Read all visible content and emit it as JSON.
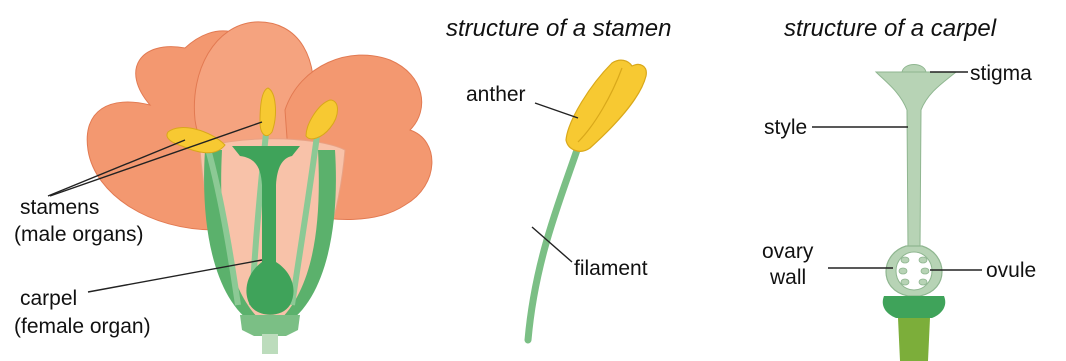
{
  "flower": {
    "stamens_label_line1": "stamens",
    "stamens_label_line2": "(male organs)",
    "carpel_label_line1": "carpel",
    "carpel_label_line2": "(female organ)"
  },
  "stamen_panel": {
    "title": "structure of a stamen",
    "anther_label": "anther",
    "filament_label": "filament"
  },
  "carpel_panel": {
    "title": "structure of a carpel",
    "stigma_label": "stigma",
    "style_label": "style",
    "ovary_wall_label_line1": "ovary",
    "ovary_wall_label_line2": "wall",
    "ovule_label": "ovule"
  },
  "colors": {
    "petal": "#f39870",
    "petal_light": "#f8c2a9",
    "petal_edge": "#e27a52",
    "carpel_green": "#3fa35a",
    "stem_green": "#5bb16c",
    "anther_yellow": "#f7c932",
    "carpel_pale": "#b7d3b5",
    "carpel_pale_dark": "#8fb690"
  }
}
